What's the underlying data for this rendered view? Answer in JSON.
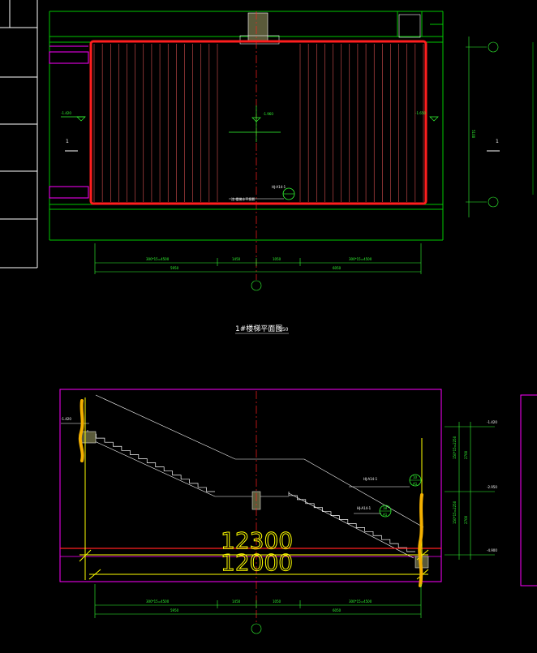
{
  "colors": {
    "background": "#000000",
    "green": "#00c800",
    "bright_green": "#33ff33",
    "magenta": "#ff00ff",
    "red": "#ff2020",
    "yellow": "#ffff00",
    "orange": "#f4b000",
    "white": "#ffffff",
    "cyan": "#00c8c8"
  },
  "plan": {
    "title": "1#楼梯平面图",
    "scale": "150",
    "section_mark_left": "1",
    "section_mark_right": "1",
    "level_left": "-1.420",
    "level_right": "-1.650",
    "level_center": "-1.960",
    "note_ref": "HJ-A14-1",
    "note_text": "注:楼梯水平投影",
    "dim_row1": [
      "300*15=4500",
      "1450",
      "1050",
      "300*15=4500"
    ],
    "dim_row2": [
      "5950",
      "6050"
    ],
    "dim_right": "5100"
  },
  "section": {
    "dim_big_1": "12300",
    "dim_big_2": "12000",
    "level_top_left": "-1.420",
    "level_top_right": "-1.420",
    "level_mid_right": "-2.950",
    "level_bot_right": "-4.900",
    "note_ref_1": "HJ-A14-1",
    "note_ref_2": "HJ-A14-1",
    "bubble_1_top": "10",
    "bubble_1_bot": "A1",
    "bubble_2_top": "18",
    "bubble_2_bot": "A1",
    "dim_row1": [
      "300*15=4500",
      "1450",
      "1050",
      "300*15=4500"
    ],
    "dim_row2": [
      "5950",
      "6050"
    ],
    "dim_vertical": [
      "150*15=2250",
      "2700",
      "150*15=2250",
      "2700"
    ]
  }
}
